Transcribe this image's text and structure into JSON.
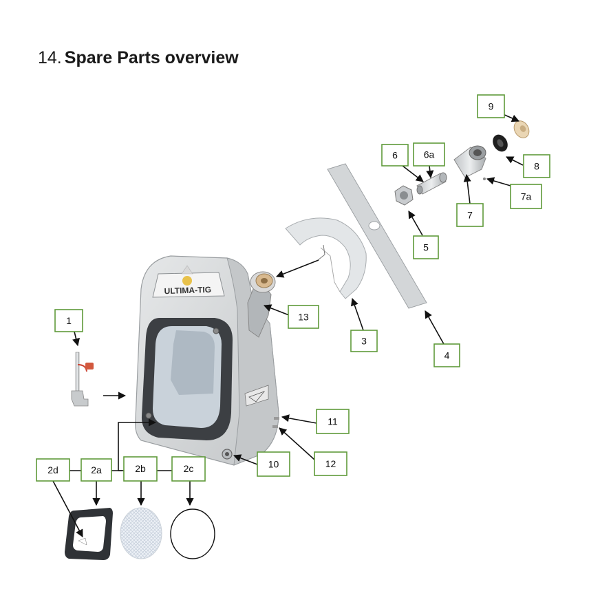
{
  "heading": {
    "number": "14.",
    "title": "Spare Parts overview"
  },
  "product_label": "ULTIMA-TIG",
  "callouts": [
    "1",
    "2a",
    "2b",
    "2c",
    "2d",
    "3",
    "4",
    "5",
    "6",
    "6a",
    "7",
    "7a",
    "8",
    "9",
    "10",
    "11",
    "12",
    "13"
  ],
  "colors": {
    "callout_border": "#5f9a3a",
    "housing": "#d9dbdc",
    "frame": "#3c3f43",
    "cap": "#d8b98f"
  }
}
